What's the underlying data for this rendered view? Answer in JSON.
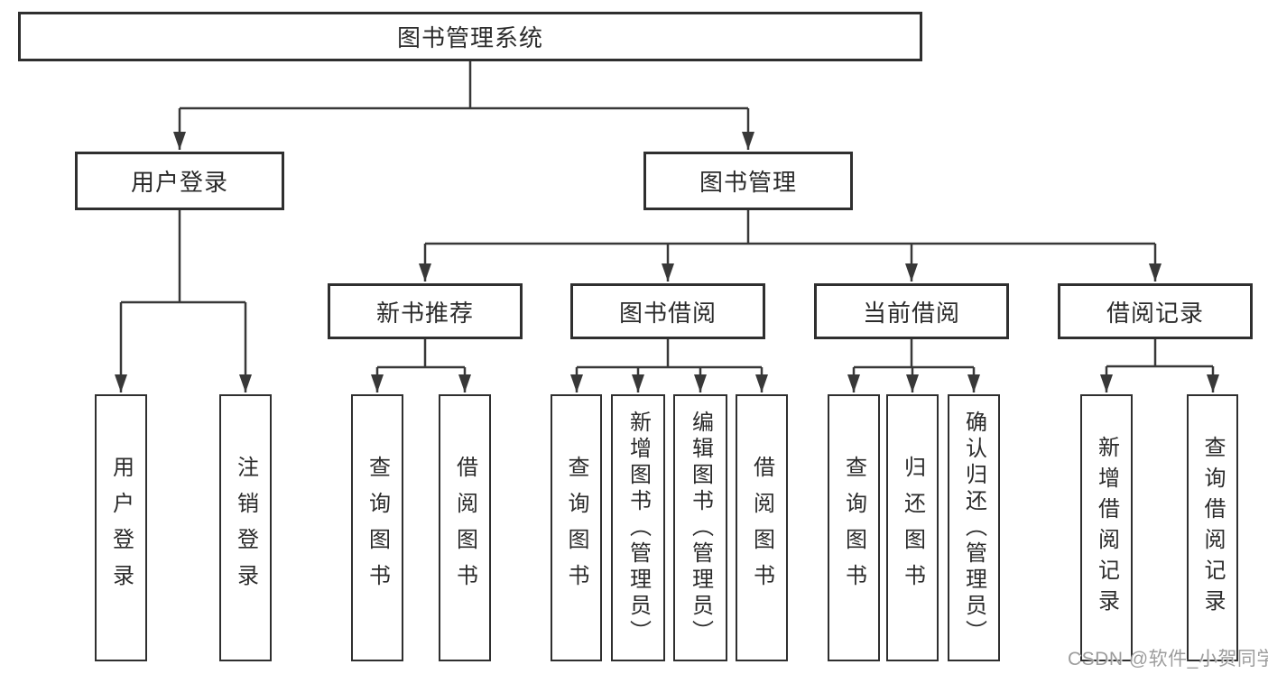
{
  "diagram": {
    "title_node": {
      "label": "图书管理系统"
    },
    "level2": [
      {
        "label": "用户登录"
      },
      {
        "label": "图书管理"
      }
    ],
    "level3": [
      {
        "label": "新书推荐"
      },
      {
        "label": "图书借阅"
      },
      {
        "label": "当前借阅"
      },
      {
        "label": "借阅记录"
      }
    ],
    "leaves": [
      {
        "parent": "用户登录",
        "label": "用户登录"
      },
      {
        "parent": "用户登录",
        "label": "注销登录"
      },
      {
        "parent": "新书推荐",
        "label": "查询图书"
      },
      {
        "parent": "新书推荐",
        "label": "借阅图书"
      },
      {
        "parent": "图书借阅",
        "label": "查询图书"
      },
      {
        "parent": "图书借阅",
        "label": "新增图书（管理员）"
      },
      {
        "parent": "图书借阅",
        "label": "编辑图书（管理员）"
      },
      {
        "parent": "图书借阅",
        "label": "借阅图书"
      },
      {
        "parent": "当前借阅",
        "label": "查询图书"
      },
      {
        "parent": "当前借阅",
        "label": "归还图书"
      },
      {
        "parent": "当前借阅",
        "label": "确认归还（管理员）"
      },
      {
        "parent": "借阅记录",
        "label": "新增借阅记录"
      },
      {
        "parent": "借阅记录",
        "label": "查询借阅记录"
      }
    ],
    "colors": {
      "line": "#383838",
      "box_border": "#2f2f2f",
      "box_fill": "#ffffff",
      "text": "#2b2b2b",
      "watermark": "#9d9d9d"
    }
  },
  "watermark": {
    "text": "CSDN @软件_小贺同学"
  }
}
